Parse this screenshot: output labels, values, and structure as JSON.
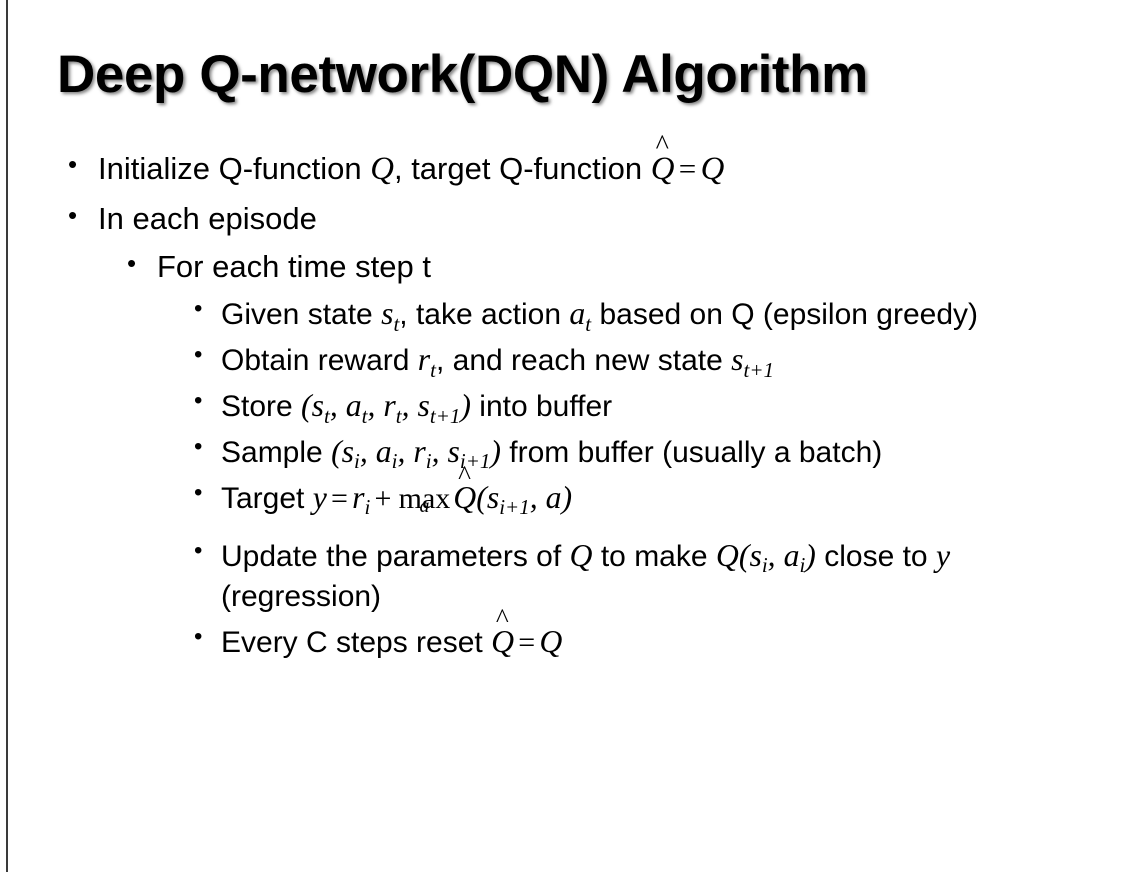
{
  "slide": {
    "title": "Deep Q-network(DQN) Algorithm",
    "background_color": "#ffffff",
    "text_color": "#000000",
    "left_border_color": "#3a3a3a",
    "bullet_glyph": "•"
  },
  "content": {
    "initialize": {
      "text_1": "Initialize Q-function ",
      "var_q1": "Q",
      "text_2": ", target Q-function ",
      "var_qhat": "Q",
      "hat_mark": "^",
      "equals": "=",
      "var_q2": "Q"
    },
    "in_each_episode": {
      "label": "In each episode"
    },
    "for_each_time_step": {
      "label": "For each time step t"
    },
    "given_state": {
      "text_1": "Given state ",
      "var_s": "s",
      "sub_s": "t",
      "text_2": ", take action ",
      "var_a": "a",
      "sub_a": "t",
      "text_3": " based on Q (epsilon greedy)"
    },
    "obtain_reward": {
      "text_1": "Obtain reward ",
      "var_r": "r",
      "sub_r": "t",
      "text_2": ", and reach new state ",
      "var_s": "s",
      "sub_s": "t+1"
    },
    "store": {
      "text_1": "Store ",
      "paren_open": "(",
      "var_s1": "s",
      "sub_s1": "t",
      "comma_1": ", ",
      "var_a": "a",
      "sub_a": "t",
      "comma_2": ", ",
      "var_r": "r",
      "sub_r": "t",
      "comma_3": ", ",
      "var_s2": "s",
      "sub_s2": "t+1",
      "paren_close": ")",
      "text_2": " into buffer"
    },
    "sample": {
      "text_1": "Sample ",
      "paren_open": "(",
      "var_s1": "s",
      "sub_s1": "i",
      "comma_1": ", ",
      "var_a": "a",
      "sub_a": "i",
      "comma_2": ", ",
      "var_r": "r",
      "sub_r": "i",
      "comma_3": ", ",
      "var_s2": "s",
      "sub_s2": "i+1",
      "paren_close": ")",
      "text_2": " from buffer (usually a batch)"
    },
    "target": {
      "text_1": "Target ",
      "var_y": "y",
      "equals": "=",
      "var_r": "r",
      "sub_r": "i",
      "plus": "+",
      "max_op": "max",
      "max_under": "a",
      "var_qhat": "Q",
      "hat_mark": "^",
      "paren_open": "(",
      "var_s": "s",
      "sub_s": "i+1",
      "comma": ", ",
      "var_a": "a",
      "paren_close": ")"
    },
    "update": {
      "text_1": "Update the parameters of ",
      "var_q1": "Q",
      "text_2": " to make ",
      "var_q2": "Q",
      "paren_open": "(",
      "var_s": "s",
      "sub_s": "i",
      "comma": ", ",
      "var_a": "a",
      "sub_a": "i",
      "paren_close": ")",
      "text_3": " close to ",
      "var_y": "y",
      "text_4": " (regression)"
    },
    "reset": {
      "text_1": "Every C steps reset ",
      "var_qhat": "Q",
      "hat_mark": "^",
      "equals": "=",
      "var_q": "Q"
    }
  }
}
